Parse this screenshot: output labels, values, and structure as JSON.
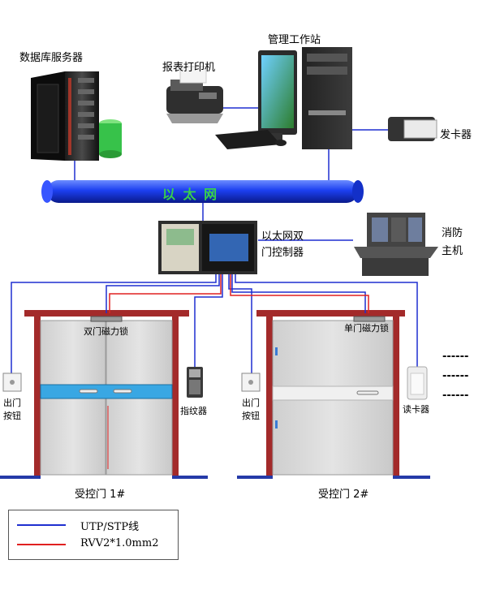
{
  "labels": {
    "db_server": "数据库服务器",
    "workstation": "管理工作站",
    "report_printer": "报表打印机",
    "card_issuer": "发卡器",
    "ethernet": "以  太  网",
    "controller_l1": "以太网双",
    "controller_l2": "门控制器",
    "fire_host_l1": "消防",
    "fire_host_l2": "主机",
    "double_lock": "双门磁力锁",
    "single_lock": "单门磁力锁",
    "exit_button_1a": "出门",
    "exit_button_1b": "按钮",
    "exit_button_2a": "出门",
    "exit_button_2b": "按钮",
    "fingerprint": "指纹器",
    "card_reader": "读卡器",
    "door1": "受控门 1#",
    "door2": "受控门 2#",
    "dots1": "------",
    "dots2": "------",
    "dots3": "------"
  },
  "legend": [
    {
      "label": "UTP/STP线",
      "color": "#1f2fd0"
    },
    {
      "label": "RVV2*1.0mm2",
      "color": "#e02020"
    }
  ],
  "colors": {
    "ethernet_bus": "#1c3ff0",
    "ethernet_text": "#39d14a",
    "door_frame": "#a32a2a",
    "door_panel": "#d9d9d9",
    "door_band": "#39a7e3",
    "floor": "#253aa8"
  }
}
